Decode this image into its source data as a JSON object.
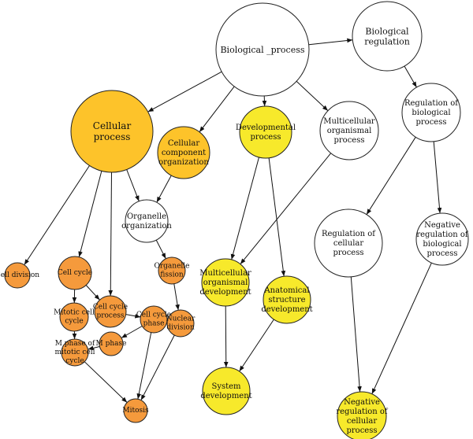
{
  "colors": {
    "white": "#ffffff",
    "gold": "#fdc32a",
    "yellow": "#f7e92b",
    "orange": "#f59a3c",
    "stroke": "#222222",
    "edge": "#111111"
  },
  "nodes": {
    "biological_process": {
      "lines": [
        "Biological _process"
      ],
      "fill": "white"
    },
    "biological_regulation": {
      "lines": [
        "Biological",
        "regulation"
      ],
      "fill": "white"
    },
    "cellular_process": {
      "lines": [
        "Cellular",
        "process"
      ],
      "fill": "gold"
    },
    "cellular_component_organization": {
      "lines": [
        "Cellular",
        "component",
        "organization"
      ],
      "fill": "gold"
    },
    "developmental_process": {
      "lines": [
        "Developmental",
        "process"
      ],
      "fill": "yellow"
    },
    "multicellular_organismal_process": {
      "lines": [
        "Multicellular",
        "organismal",
        "process"
      ],
      "fill": "white"
    },
    "regulation_of_biological_process": {
      "lines": [
        "Regulation of",
        "biological",
        "process"
      ],
      "fill": "white"
    },
    "organelle_organization": {
      "lines": [
        "Organelle",
        "organization"
      ],
      "fill": "white"
    },
    "regulation_of_cellular_process": {
      "lines": [
        "Regulation of",
        "cellular",
        "process"
      ],
      "fill": "white"
    },
    "negative_regulation_of_biological_process": {
      "lines": [
        "Negative",
        "regulation of",
        "biological",
        "process"
      ],
      "fill": "white"
    },
    "cell_division": {
      "lines": [
        "Cell division"
      ],
      "fill": "orange"
    },
    "cell_cycle": {
      "lines": [
        "Cell cycle"
      ],
      "fill": "orange"
    },
    "organelle_fission": {
      "lines": [
        "Organelle",
        "fission"
      ],
      "fill": "orange"
    },
    "multicellular_organismal_development": {
      "lines": [
        "Multicellular",
        "organismal",
        "development"
      ],
      "fill": "yellow"
    },
    "anatomical_structure_development": {
      "lines": [
        "Anatomical",
        "structure",
        "development"
      ],
      "fill": "yellow"
    },
    "mitotic_cell_cycle": {
      "lines": [
        "Mitotic cell",
        "cycle"
      ],
      "fill": "orange"
    },
    "cell_cycle_process": {
      "lines": [
        "Cell cycle",
        "process"
      ],
      "fill": "orange"
    },
    "cell_cycle_phase": {
      "lines": [
        "Cell cycle",
        "phase"
      ],
      "fill": "orange"
    },
    "nuclear_division": {
      "lines": [
        "Nuclear",
        "division"
      ],
      "fill": "orange"
    },
    "m_phase": {
      "lines": [
        "M phase"
      ],
      "fill": "orange"
    },
    "m_phase_of_mitotic_cell_cycle": {
      "lines": [
        "M phase of",
        "mitotic cell",
        "cycle"
      ],
      "fill": "orange"
    },
    "mitosis": {
      "lines": [
        "Mitosis"
      ],
      "fill": "orange"
    },
    "system_development": {
      "lines": [
        "System",
        "development"
      ],
      "fill": "yellow"
    },
    "negative_regulation_of_cellular_process": {
      "lines": [
        "Negative",
        "regulation of",
        "cellular",
        "process"
      ],
      "fill": "yellow"
    }
  },
  "edges": [
    [
      "biological_process",
      "biological_regulation"
    ],
    [
      "biological_process",
      "cellular_process"
    ],
    [
      "biological_process",
      "cellular_component_organization"
    ],
    [
      "biological_process",
      "developmental_process"
    ],
    [
      "biological_process",
      "multicellular_organismal_process"
    ],
    [
      "biological_regulation",
      "regulation_of_biological_process"
    ],
    [
      "cellular_process",
      "cell_division"
    ],
    [
      "cellular_process",
      "cell_cycle"
    ],
    [
      "cellular_process",
      "cell_cycle_process"
    ],
    [
      "cellular_process",
      "organelle_organization"
    ],
    [
      "cellular_component_organization",
      "organelle_organization"
    ],
    [
      "organelle_organization",
      "organelle_fission"
    ],
    [
      "regulation_of_biological_process",
      "regulation_of_cellular_process"
    ],
    [
      "regulation_of_biological_process",
      "negative_regulation_of_biological_process"
    ],
    [
      "developmental_process",
      "multicellular_organismal_development"
    ],
    [
      "developmental_process",
      "anatomical_structure_development"
    ],
    [
      "multicellular_organismal_process",
      "multicellular_organismal_development"
    ],
    [
      "cell_cycle",
      "mitotic_cell_cycle"
    ],
    [
      "cell_cycle",
      "cell_cycle_process"
    ],
    [
      "cell_cycle_process",
      "cell_cycle_phase"
    ],
    [
      "mitotic_cell_cycle",
      "m_phase_of_mitotic_cell_cycle"
    ],
    [
      "cell_cycle_phase",
      "m_phase"
    ],
    [
      "cell_cycle_phase",
      "mitosis"
    ],
    [
      "organelle_fission",
      "nuclear_division"
    ],
    [
      "m_phase",
      "m_phase_of_mitotic_cell_cycle"
    ],
    [
      "m_phase_of_mitotic_cell_cycle",
      "mitosis"
    ],
    [
      "nuclear_division",
      "mitosis"
    ],
    [
      "multicellular_organismal_development",
      "system_development"
    ],
    [
      "anatomical_structure_development",
      "system_development"
    ],
    [
      "regulation_of_cellular_process",
      "negative_regulation_of_cellular_process"
    ],
    [
      "negative_regulation_of_biological_process",
      "negative_regulation_of_cellular_process"
    ]
  ]
}
